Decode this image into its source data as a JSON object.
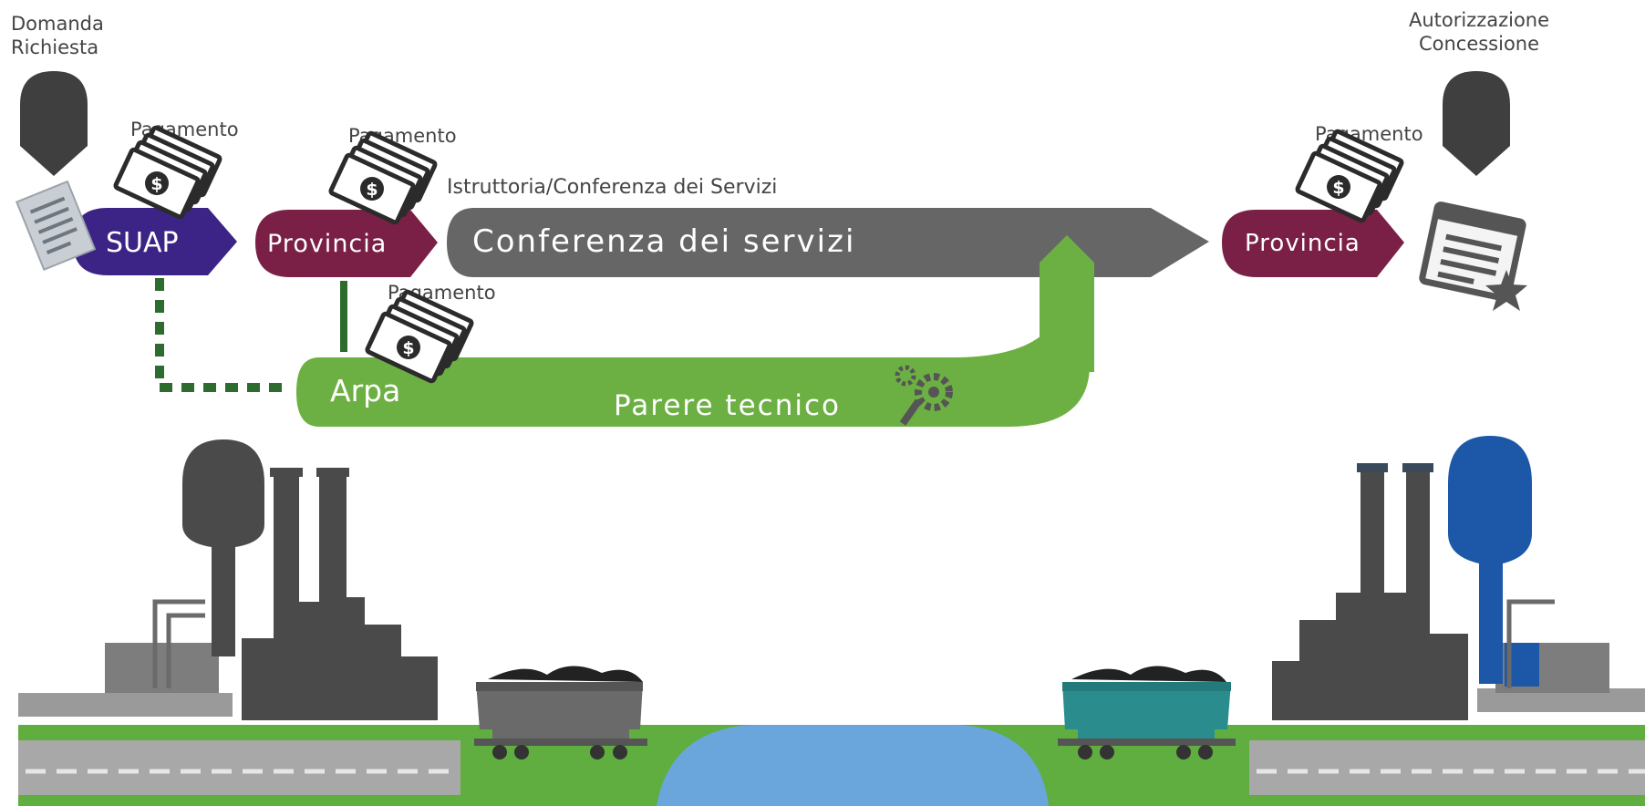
{
  "labels": {
    "domanda": "Domanda",
    "richiesta": "Richiesta",
    "autorizzazione": "Autorizzazione",
    "concessione": "Concessione",
    "istruttoria": "Istruttoria/Conferenza dei Servizi"
  },
  "payments": {
    "suap": "Pagamento",
    "provincia_start": "Pagamento",
    "arpa": "Pagamento",
    "provincia_end": "Pagamento"
  },
  "process": {
    "suap": "SUAP",
    "provincia_start": "Provincia",
    "conferenza": "Conferenza dei servizi",
    "arpa": "Arpa",
    "parere": "Parere tecnico",
    "provincia_end": "Provincia"
  },
  "colors": {
    "suap": "#3b2485",
    "provincia": "#7a1f45",
    "conferenza": "#666666",
    "arpa": "#6cb043",
    "connector": "#2d6b2e",
    "marker": "#3f3f3f",
    "water": "#6aa6dc",
    "grass": "#5fae3f",
    "road": "#a8a8a8",
    "factory": "#4a4a4a",
    "wagon_right": "#2a8c8c",
    "tower_right": "#1c57a8"
  },
  "icons": [
    "location-marker-icon",
    "document-icon",
    "money-stack-icon",
    "gear-wrench-icon",
    "certificate-icon"
  ]
}
